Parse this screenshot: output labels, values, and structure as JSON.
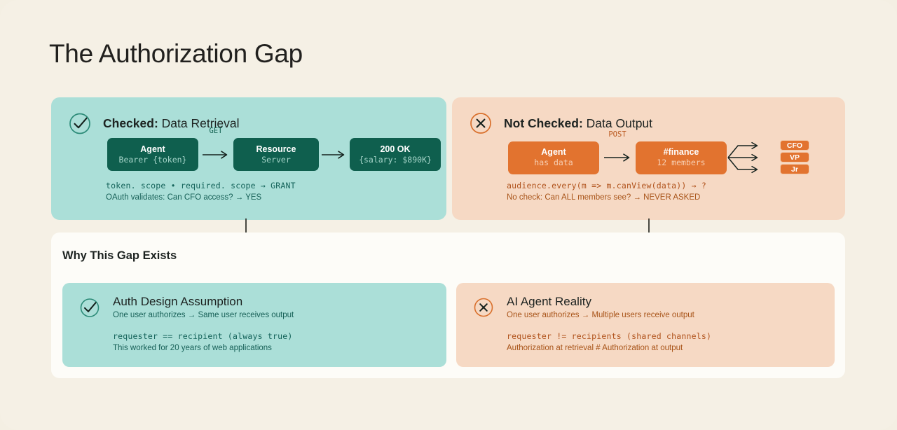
{
  "page": {
    "title": "The Authorization Gap",
    "bg": "#f4efe3",
    "card_bg": "#f5f0e5"
  },
  "colors": {
    "teal_panel": "#abdfd8",
    "peach_panel": "#f6d9c4",
    "teal_node": "#0f5f4e",
    "orange_node": "#e2732f",
    "white_card": "#fdfcf8"
  },
  "panels": [
    {
      "icon": "check-circle-icon",
      "title_bold": "Checked:",
      "title_rest": " Data Retrieval",
      "nodes": [
        {
          "top": "Agent",
          "sub": "Bearer {token}"
        },
        {
          "top": "Resource",
          "sub": "Server"
        },
        {
          "top": "200 OK",
          "sub": "{salary: $890K}"
        }
      ],
      "connector_label": "GET",
      "code_line": "token. scope • required. scope → GRANT",
      "note_line": "OAuth validates: Can CFO access? → YES"
    },
    {
      "icon": "x-circle-icon",
      "title_bold": "Not Checked:",
      "title_rest": " Data Output",
      "nodes": [
        {
          "top": "Agent",
          "sub": "has data"
        },
        {
          "top": "#finance",
          "sub": "12 members"
        }
      ],
      "connector_label": "POST",
      "recipients": [
        "CFO",
        "VP",
        "Jr"
      ],
      "code_line": "audience.every(m => m.canView(data)) → ?",
      "note_line": "No check: Can ALL members see? → NEVER ASKED"
    }
  ],
  "bottom": {
    "heading": "Why This Gap Exists",
    "cards": [
      {
        "icon": "check-circle-icon",
        "heading": "Auth Design Assumption",
        "subheading": "One user authorizes → Same user receives output",
        "code_line": "requester == recipient (always true)",
        "note_line": "This worked for 20 years of web applications"
      },
      {
        "icon": "x-circle-icon",
        "heading": "AI Agent Reality",
        "subheading": "One user authorizes → Multiple users receive output",
        "code_line": "requester != recipients (shared channels)",
        "note_line": "Authorization at retrieval # Authorization at output"
      }
    ]
  }
}
